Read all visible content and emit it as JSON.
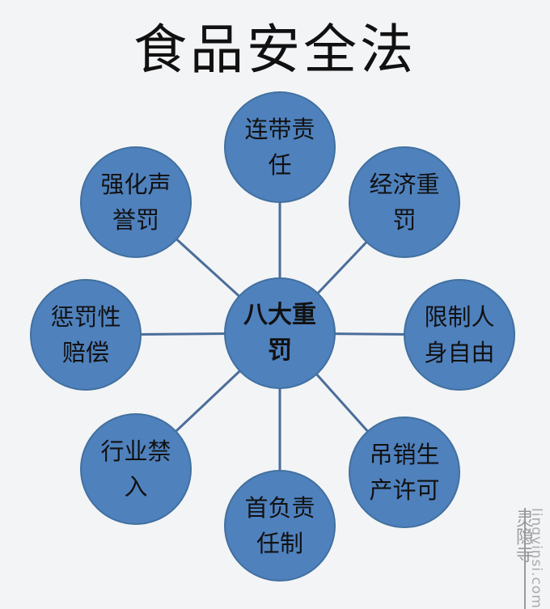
{
  "title": "食品安全法",
  "center": {
    "label": "八大重罚"
  },
  "nodes": [
    {
      "label": "连带责任"
    },
    {
      "label": "经济重罚"
    },
    {
      "label": "限制人身自由"
    },
    {
      "label": "吊销生产许可"
    },
    {
      "label": "首负责任制"
    },
    {
      "label": "行业禁入"
    },
    {
      "label": "惩罚性赔偿"
    },
    {
      "label": "强化声誉罚"
    }
  ],
  "watermark": {
    "text": "lingyinsi.com",
    "seal": "灵隐寺"
  },
  "colors": {
    "node": "#4f81bd",
    "line": "#4a6d9a",
    "background": "#f3f4f6"
  }
}
